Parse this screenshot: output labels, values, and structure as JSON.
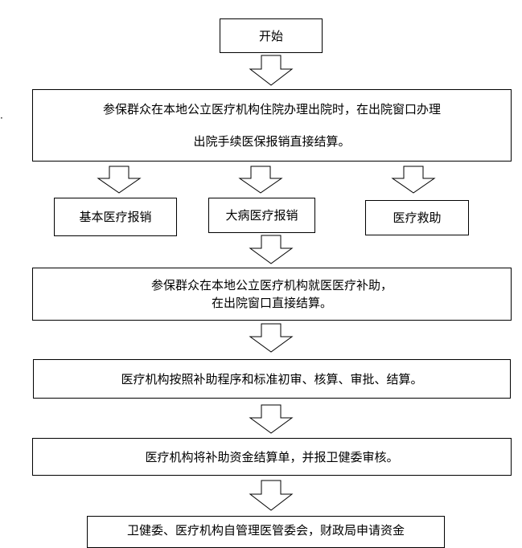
{
  "flowchart": {
    "start": "开始",
    "step1": [
      "参保群众在本地公立医疗机构住院办理出院时，在出院窗口办理",
      "出院手续医保报销直接结算。"
    ],
    "branches": [
      "基本医疗报销",
      "大病医疗报销",
      "医疗救助"
    ],
    "step2": [
      "参保群众在本地公立医疗机构就医医疗补助，",
      "在出院窗口直接结算。"
    ],
    "step3": "医疗机构按照补助程序和标准初审、核算、审批、结算。",
    "step4": "医疗机构将补助资金结算单，并报卫健委审核。",
    "step5": "卫健委、医疗机构自管理医管委会，财政局申请资金"
  }
}
